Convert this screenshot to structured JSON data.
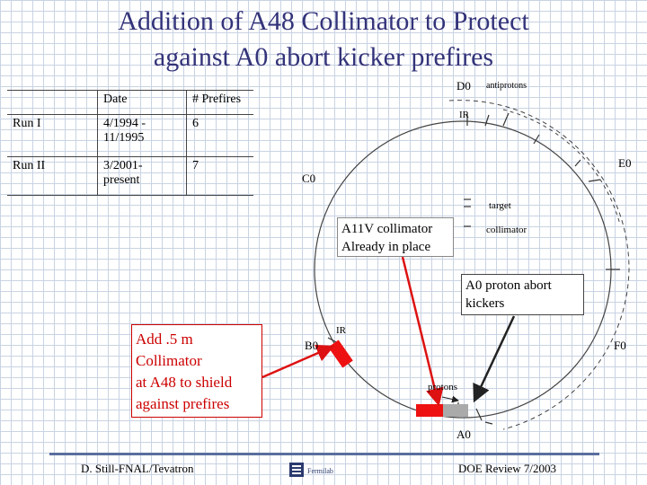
{
  "title": {
    "line1": "Addition of A48 Collimator to Protect",
    "line2": "against A0 abort kicker prefires"
  },
  "table": {
    "headers": [
      "",
      "Date",
      "# Prefires"
    ],
    "rows": [
      {
        "run": "Run I",
        "date_l1": "4/1994 -",
        "date_l2": "11/1995",
        "prefires": "6"
      },
      {
        "run": "Run II",
        "date_l1": "3/2001-",
        "date_l2": "present",
        "prefires": "7"
      }
    ]
  },
  "diagram": {
    "labels": {
      "d0": "D0",
      "antiprotons": "antiprotons",
      "ir_top": "IR",
      "e0": "E0",
      "c0": "C0",
      "target": "target",
      "collimator": "collimator",
      "ir_left": "IR",
      "b0": "B0",
      "f0": "F0",
      "protons": "protons",
      "a0": "A0"
    },
    "colors": {
      "ring": "#444444",
      "arrow": "#dd1111",
      "collimator": "#ee1111",
      "kicker": "#aaaaaa"
    }
  },
  "callouts": {
    "a11v_l1": "A11V collimator",
    "a11v_l2": "Already in place",
    "a0_l1": "A0 proton abort",
    "a0_l2": "kickers",
    "add_l1": "Add .5 m",
    "add_l2": "Collimator",
    "add_l3": "at A48 to shield",
    "add_l4": "against prefires"
  },
  "footer": {
    "left": "D. Still-FNAL/Tevatron",
    "logo": "Fermilab",
    "right": "DOE Review 7/2003"
  }
}
